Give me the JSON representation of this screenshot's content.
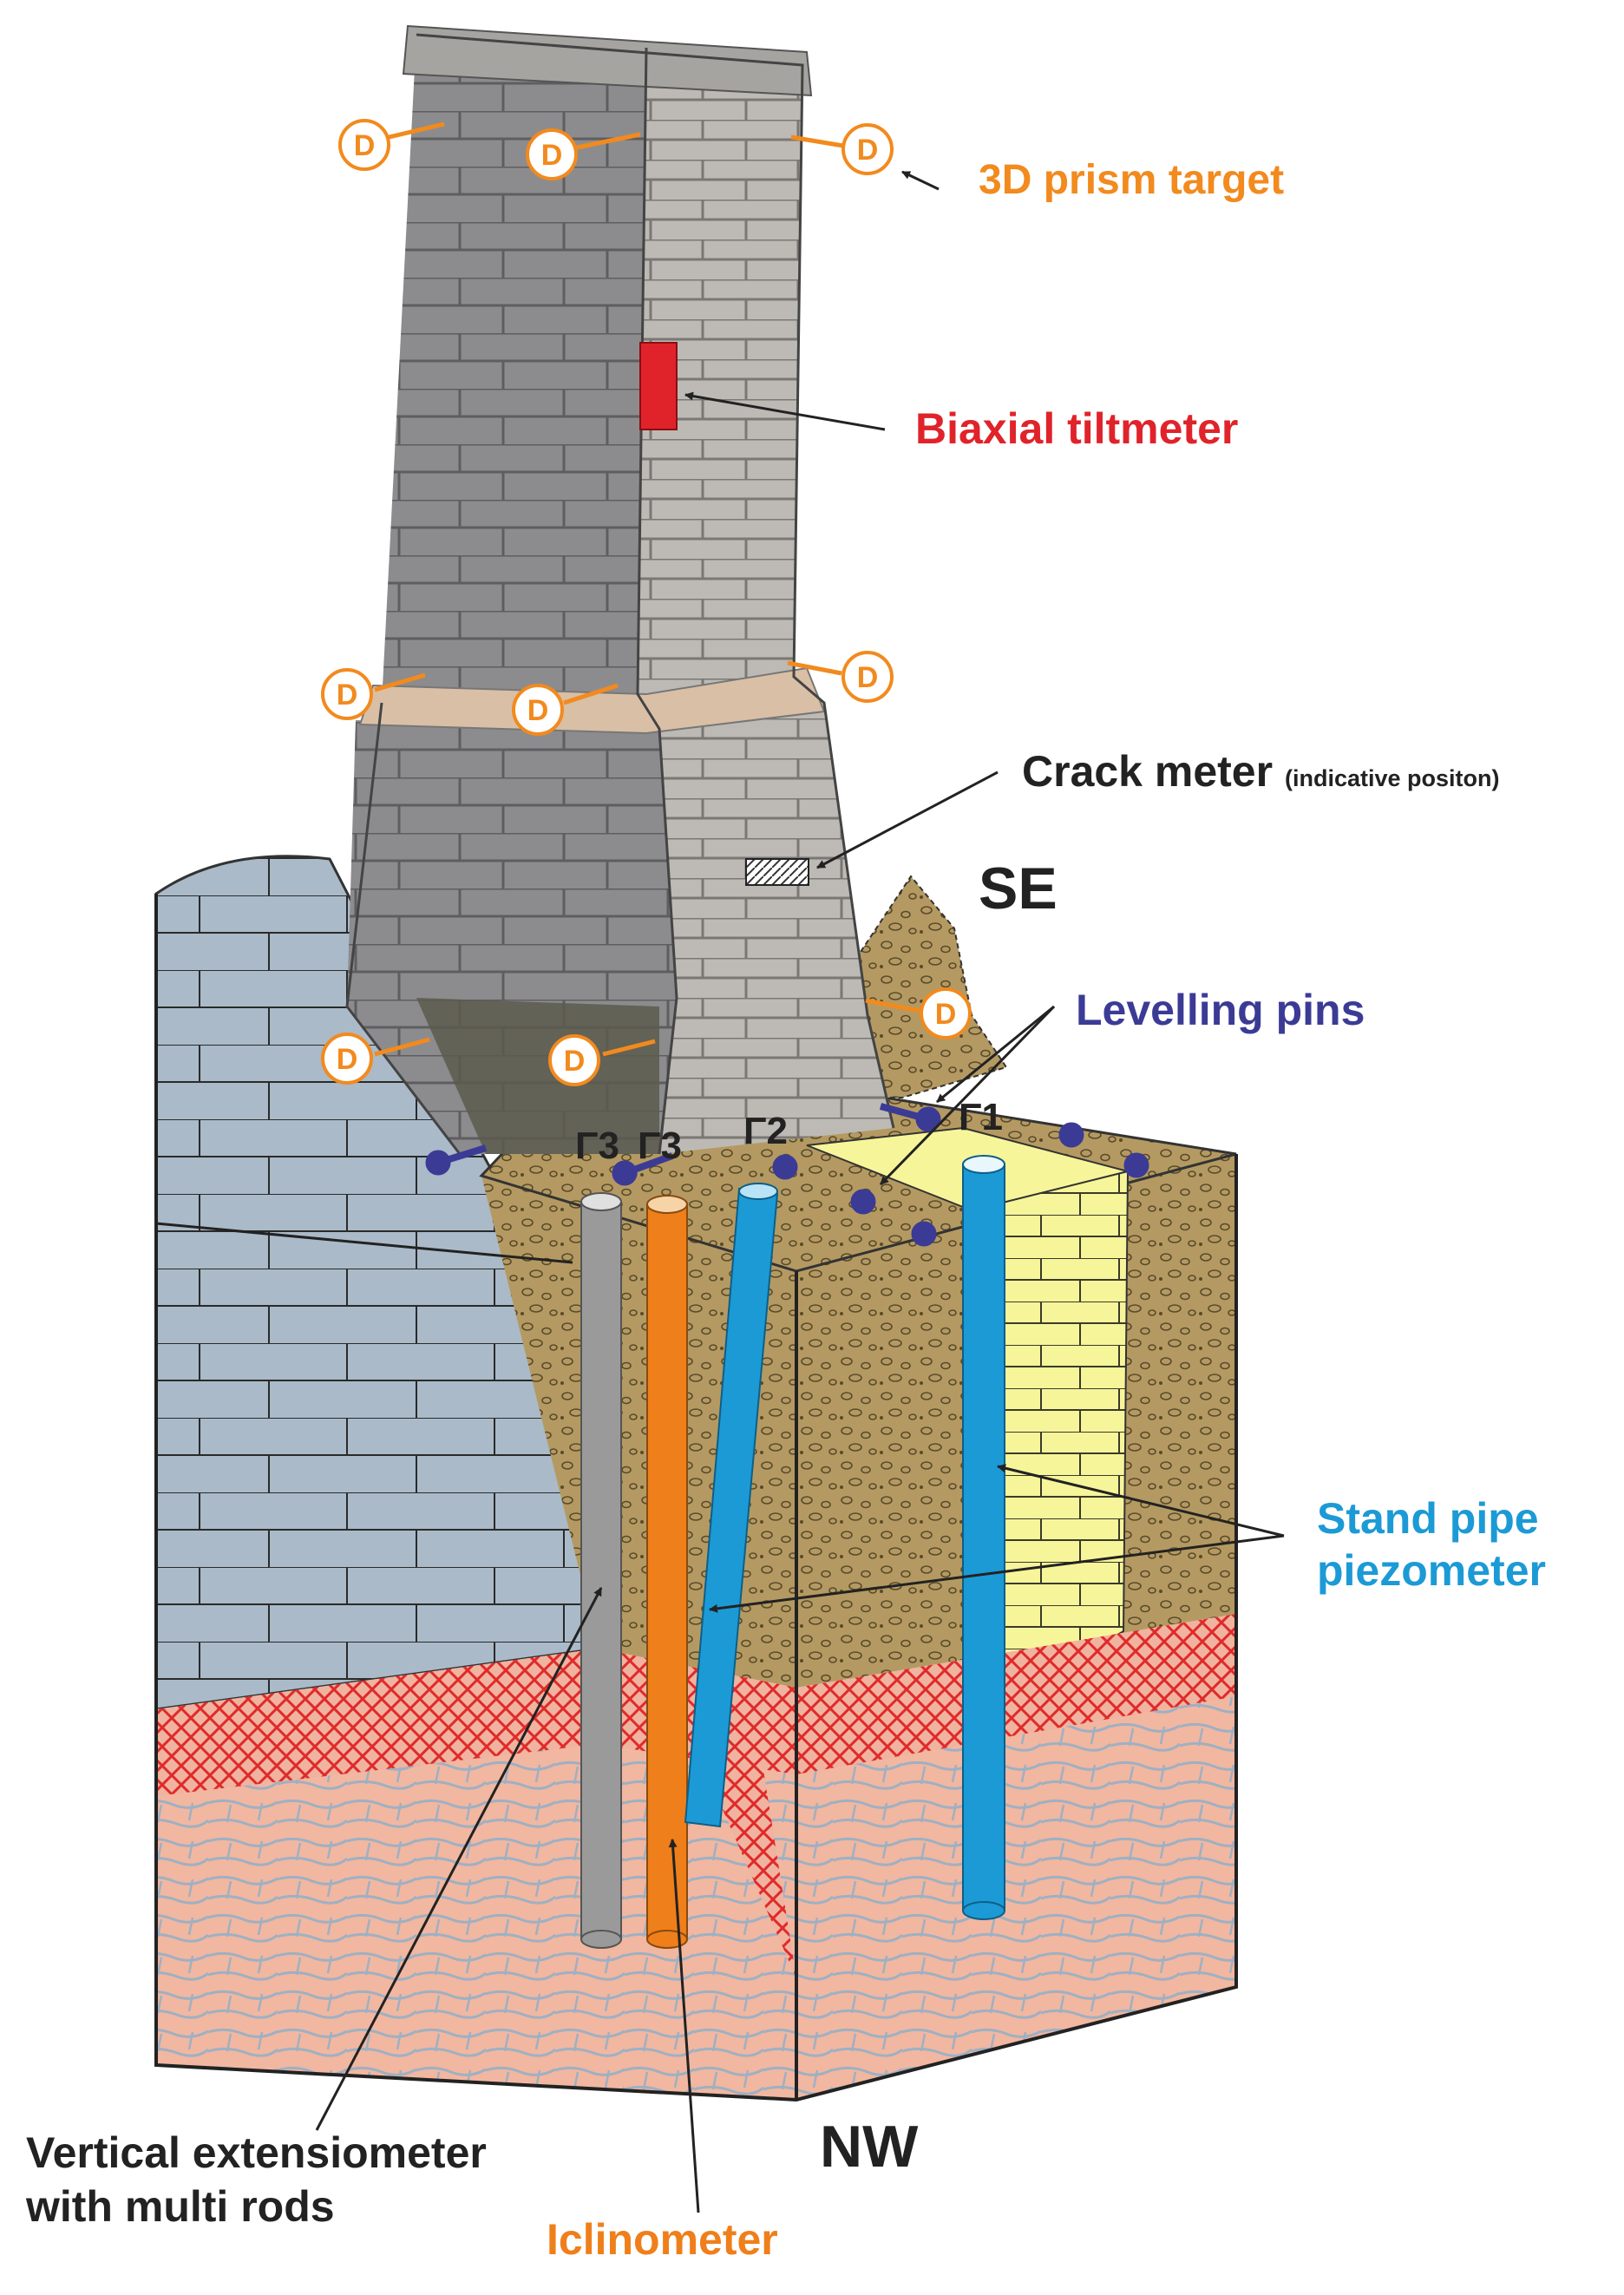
{
  "labels": {
    "prism": "3D prism target",
    "tiltmeter": "Biaxial tiltmeter",
    "crack_meter": "Crack meter",
    "crack_meter_note": "(indicative positon)",
    "se": "SE",
    "levelling": "Levelling pins",
    "piezometer_line1": "Stand pipe",
    "piezometer_line2": "piezometer",
    "extensometer_line1": "Vertical extensiometer",
    "extensometer_line2": "with multi rods",
    "iclinometer": "Iclinometer",
    "nw": "NW"
  },
  "prism_marker": "D",
  "pin_labels": [
    "Γ1",
    "Γ2",
    "Γ3",
    "Γ3"
  ],
  "colors": {
    "prism": "#f28a1e",
    "tiltmeter": "#e0232a",
    "levelling": "#3b3b96",
    "piezometer": "#1c9ad6",
    "text": "#222222",
    "iclinometer": "#ef7f1a",
    "extensometer": "#9a9a9a"
  }
}
